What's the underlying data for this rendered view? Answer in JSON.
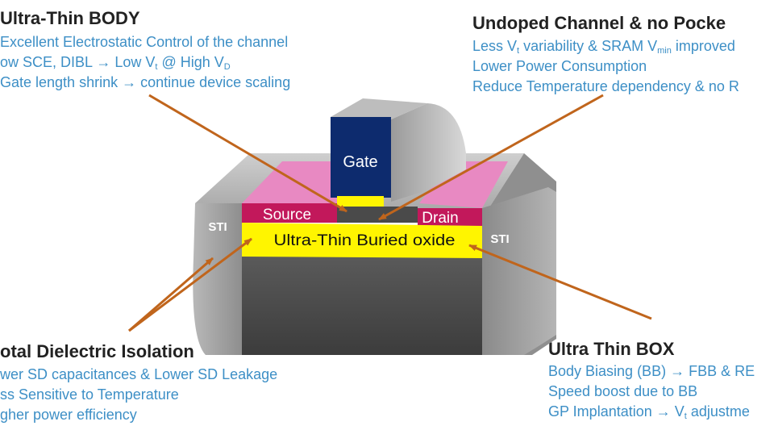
{
  "ultra_thin_body": {
    "title": "Ultra-Thin BODY",
    "line1": "Excellent Electrostatic Control of the channel",
    "line2_a": "ow SCE, DIBL → Low V",
    "line2_sub1": "t",
    "line2_b": " @ High V",
    "line2_sub2": "D",
    "line3": "Gate length shrink → continue device scaling"
  },
  "undoped_channel": {
    "title": "Undoped Channel & no Pocke",
    "line1_a": "Less V",
    "line1_sub1": "t",
    "line1_b": " variability & SRAM V",
    "line1_sub2": "min",
    "line1_c": " improved",
    "line2": "Lower Power Consumption",
    "line3": "Reduce Temperature dependency & no R"
  },
  "total_dielectric": {
    "title": "otal Dielectric Isolation",
    "line1": "wer SD capacitances & Lower SD Leakage",
    "line2": "ss Sensitive to Temperature",
    "line3": "gher power efficiency"
  },
  "ultra_thin_box": {
    "title": "Ultra Thin BOX",
    "line1": "Body Biasing (BB) → FBB & RE",
    "line2": "Speed boost due to BB",
    "line3_a": "GP Implantation → V",
    "line3_sub": "t",
    "line3_b": " adjustme"
  },
  "device": {
    "gate": "Gate",
    "source": "Source",
    "drain": "Drain",
    "sti_left": "STI",
    "sti_right": "STI",
    "buried_oxide": "Ultra-Thin Buried oxide"
  },
  "colors": {
    "heading": "#222222",
    "bullet_text": "#3d8fc6",
    "arrow": "#c0651c",
    "gate": "#0d2b6e",
    "source_drain": "#c2185b",
    "oxide": "#fff500"
  }
}
